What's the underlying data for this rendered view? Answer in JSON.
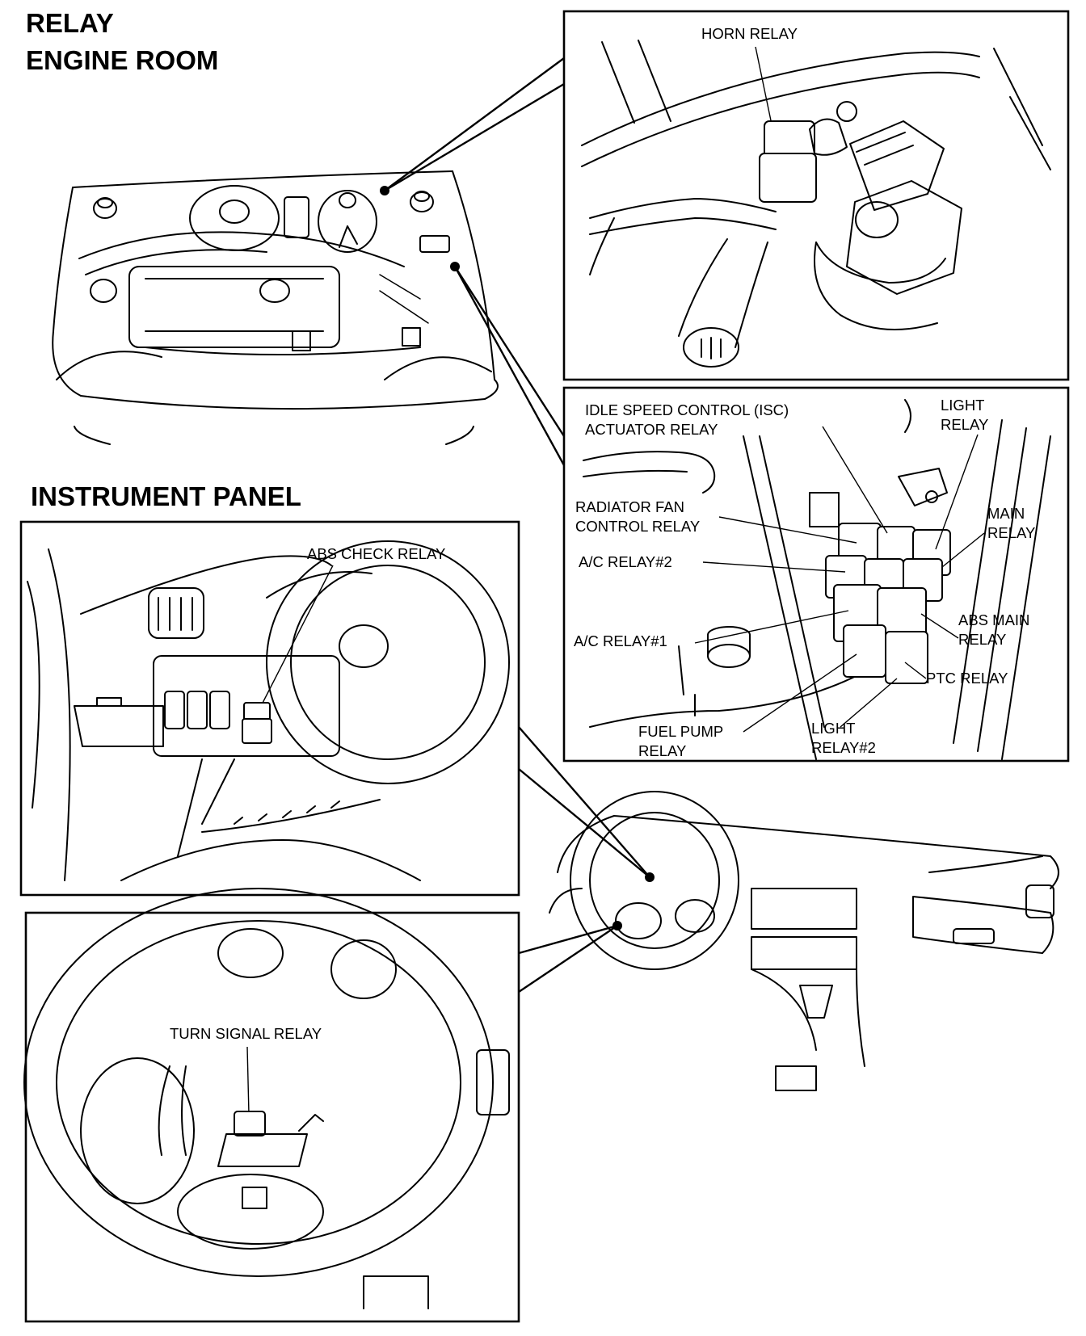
{
  "headings": {
    "line1": "RELAY",
    "line2": "ENGINE ROOM",
    "instrument_panel": "INSTRUMENT PANEL"
  },
  "labels": {
    "horn_relay": "HORN RELAY",
    "isc_line1": "IDLE SPEED CONTROL (ISC)",
    "isc_line2": "ACTUATOR RELAY",
    "light_relay_line1": "LIGHT",
    "light_relay_line2": "RELAY",
    "radiator_line1": "RADIATOR FAN",
    "radiator_line2": "CONTROL RELAY",
    "main_relay_line1": "MAIN",
    "main_relay_line2": "RELAY",
    "ac_relay_2": "A/C RELAY#2",
    "ac_relay_1": "A/C RELAY#1",
    "abs_main_line1": "ABS MAIN",
    "abs_main_line2": "RELAY",
    "ptc_relay": "PTC RELAY",
    "fuel_pump_line1": "FUEL PUMP",
    "fuel_pump_line2": "RELAY",
    "light_relay2_line1": "LIGHT",
    "light_relay2_line2": "RELAY#2",
    "abs_check_relay": "ABS CHECK RELAY",
    "turn_signal_relay": "TURN SIGNAL RELAY"
  }
}
